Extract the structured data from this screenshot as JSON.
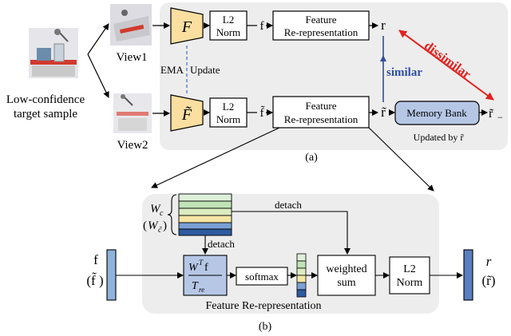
{
  "sample": {
    "label_line1": "Low-confidence",
    "label_line2": "target sample",
    "view1_label": "View1",
    "view2_label": "View2"
  },
  "panel_a": {
    "encoder_symbol": "F",
    "encoder_ema_symbol": "F̃",
    "ema_label": "EMA",
    "update_label": "Update",
    "norm_line1": "L2",
    "norm_line2": "Norm",
    "feature_symbol": "f",
    "feature_ema_symbol": "f̃",
    "rerep_line1": "Feature",
    "rerep_line2": "Re-representation",
    "out_symbol": "r",
    "out_ema_symbol": "r̃",
    "similar_label": "similar",
    "dissimilar_label": "dissimilar",
    "memory_bank_label": "Memory Bank",
    "negative_symbol": "r̃",
    "negative_sub": "−",
    "updated_by_label": "Updated by r̃",
    "caption": "(a)"
  },
  "panel_b": {
    "weight_symbol": "W",
    "weight_sub": "c",
    "weight_ema_sub": "c̃",
    "detach_top": "detach",
    "detach_left": "detach",
    "input_symbol": "f",
    "input_ema_symbol": "(f̃ )",
    "mult_top": "W",
    "mult_sup": "T",
    "mult_f": "f",
    "mult_bottom": "T",
    "mult_bottom_sub": "re",
    "softmax_label": "softmax",
    "weighted_line1": "weighted",
    "weighted_line2": "sum",
    "norm_line1": "L2",
    "norm_line2": "Norm",
    "output_symbol": "r",
    "output_ema_symbol": "(r̃)",
    "title": "Feature Re-representation",
    "caption": "(b)"
  },
  "colors": {
    "panel_bg": "#ededed",
    "encoder_fill": "#fbdfa0",
    "memory_fill": "#b6c7e6",
    "vector_fill": "#8eb3dc",
    "similar_color": "#2e4fa0",
    "dissimilar_color": "#e0211f",
    "ema_dash": "#3a6fd0"
  }
}
